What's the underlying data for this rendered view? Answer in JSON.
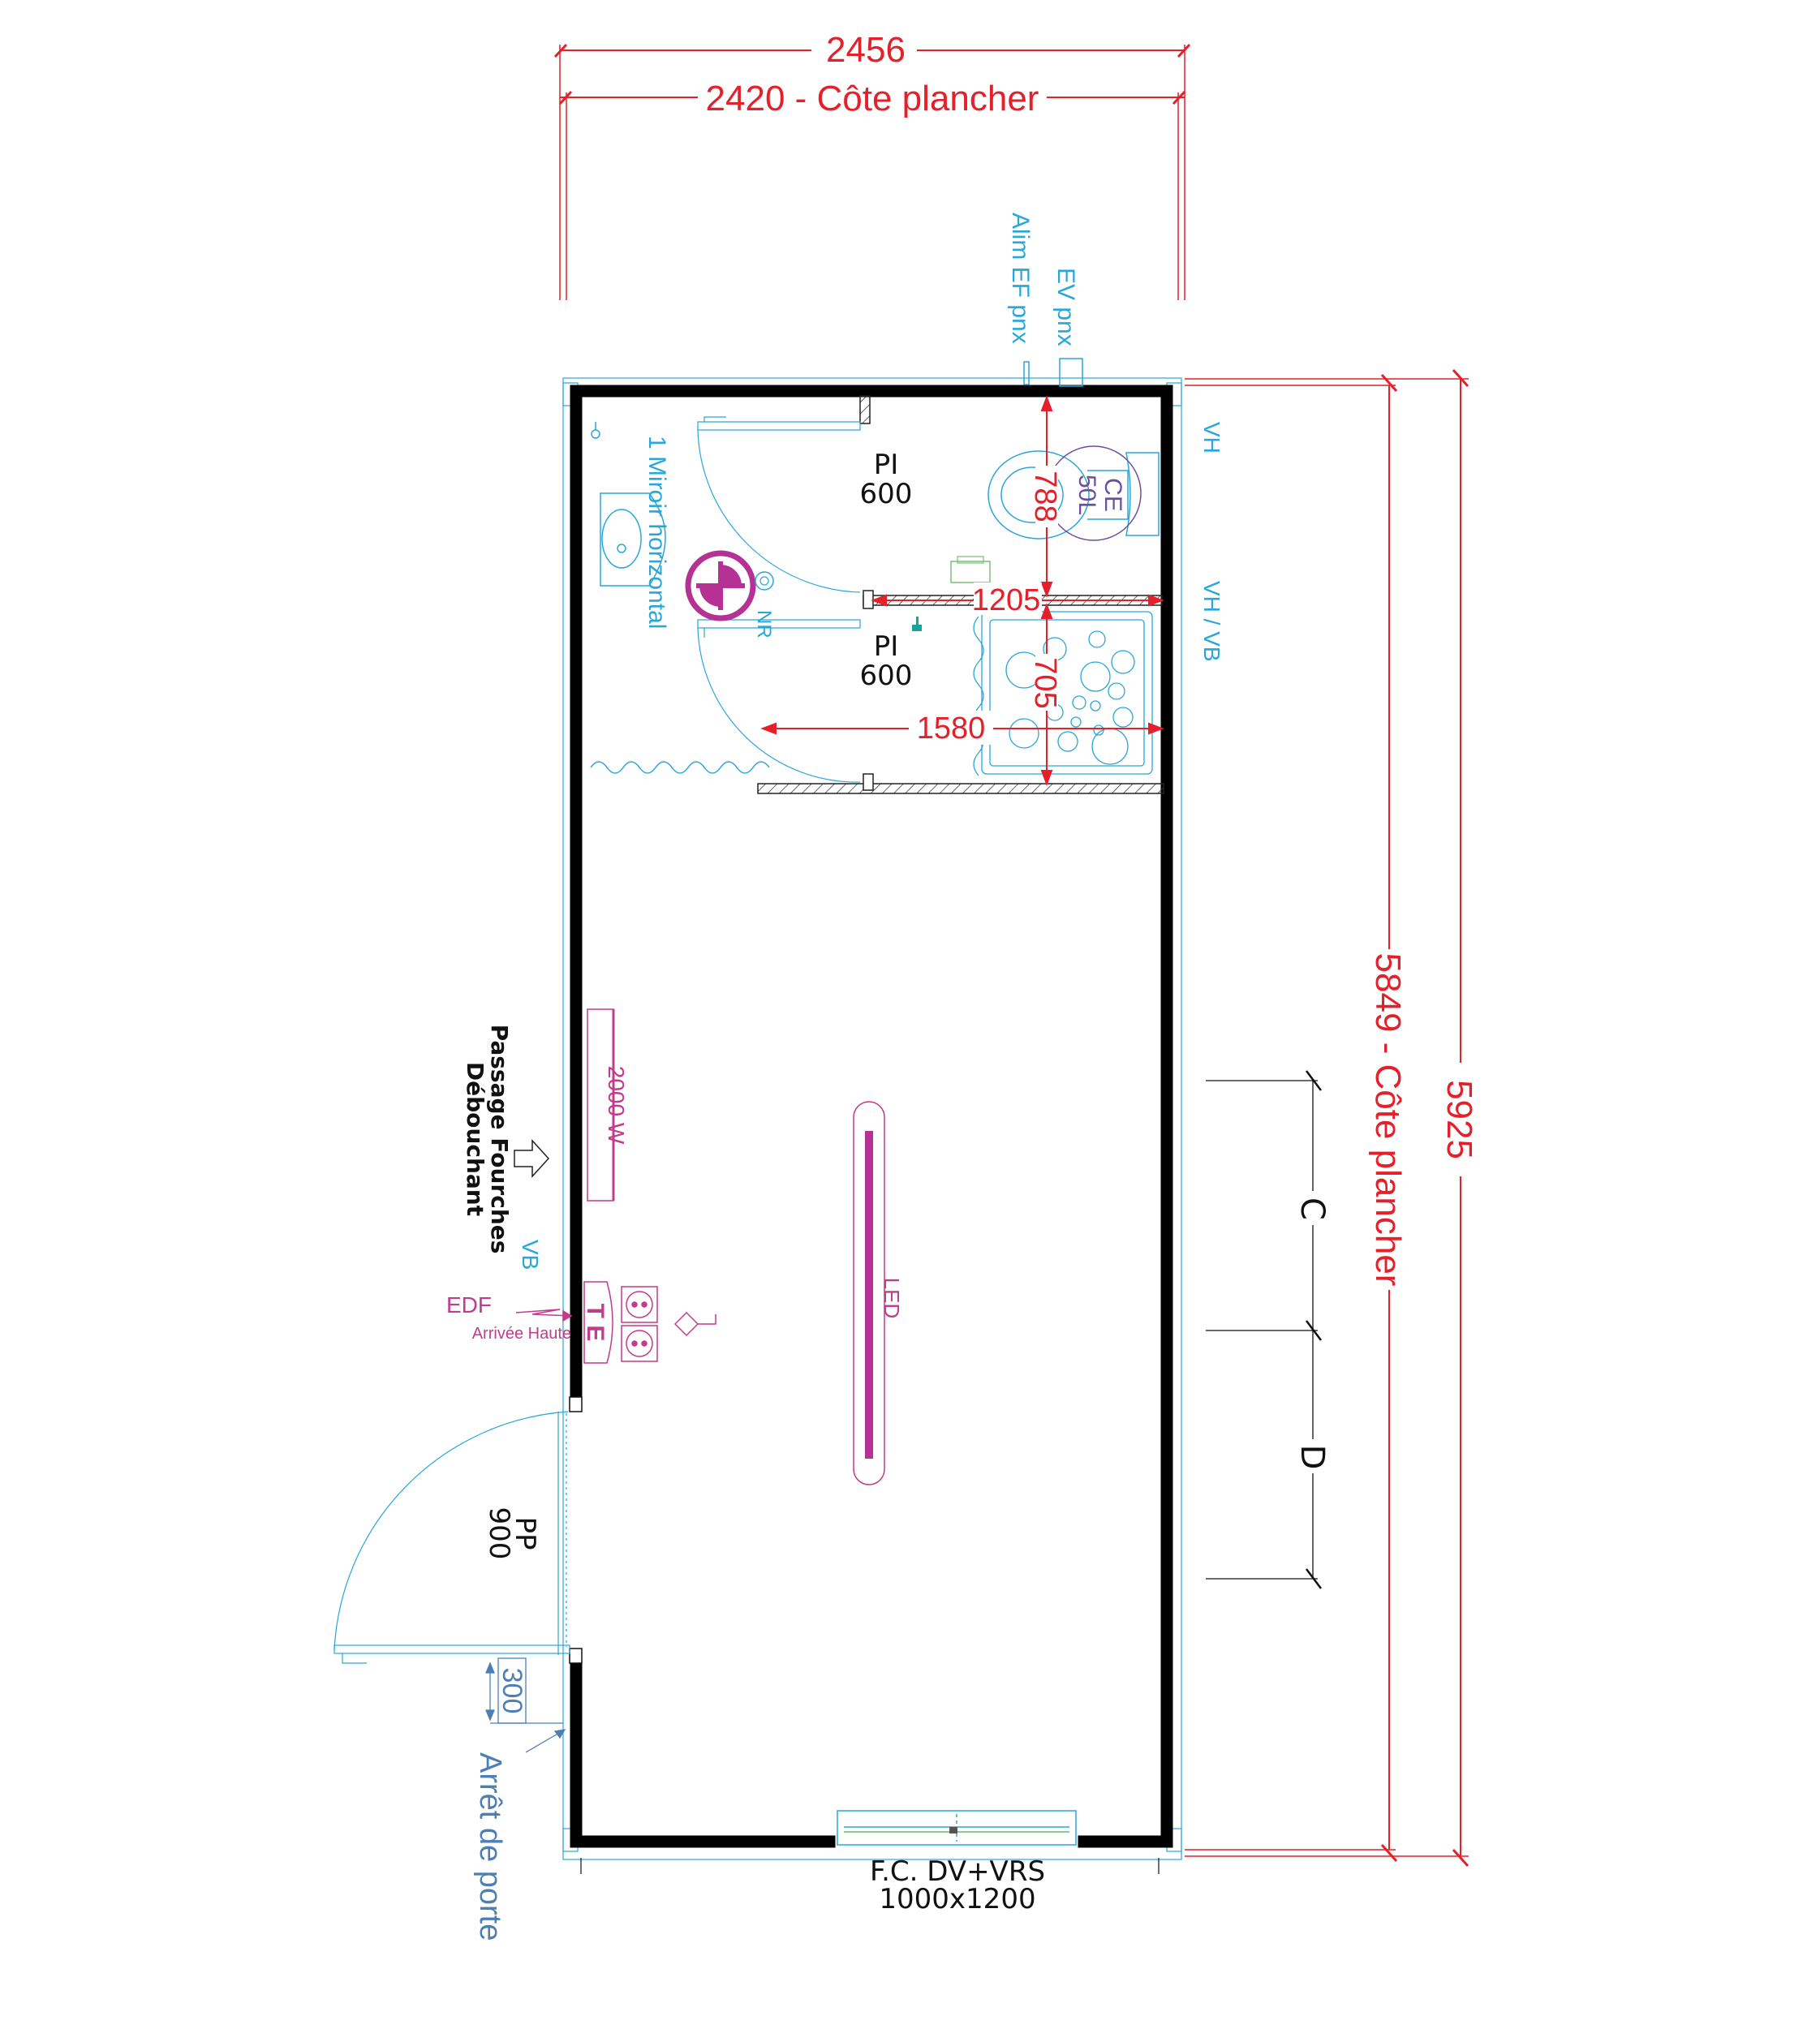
{
  "colors": {
    "dimension": "#e4202a",
    "water": "#2aa7d8",
    "electric": "#c23b8c",
    "wall": "#000000",
    "label": "#111111"
  },
  "dimensions": {
    "overall_width": "2456",
    "floor_width": "2420 - Côte plancher",
    "overall_length": "5925",
    "floor_length": "5849 - Côte plancher",
    "wc_depth": "788",
    "partition_length": "1205",
    "shower_depth": "705",
    "corridor_length": "1580",
    "door_stop_offset": "300"
  },
  "plumbing": {
    "ev": "EV pnx",
    "alim": "Alim EF pnx",
    "vh_top": "VH",
    "vh_vb": "VH / VB",
    "vb": "VB"
  },
  "rooms": {
    "door_wc_type": "PI",
    "door_wc_size": "600",
    "door_shower_type": "PI",
    "door_shower_size": "600",
    "main_door_type": "PP",
    "main_door_size": "900",
    "mirror": "1 Miroir horizontal",
    "nr": "NR",
    "ce_label": "CE",
    "ce_capacity": "50L"
  },
  "electrical": {
    "heater": "2000 W",
    "led": "LED",
    "te": "T E",
    "edf": "EDF",
    "edf_arrival": "Arrivée Haute"
  },
  "labels": {
    "forklift_line1": "Passage Fourches",
    "forklift_line2": "Débouchant",
    "door_stop": "Arrêt de porte",
    "window_line1": "F.C. DV+VRS",
    "window_line2": "1000x1200",
    "axis_c": "C",
    "axis_d": "D"
  }
}
